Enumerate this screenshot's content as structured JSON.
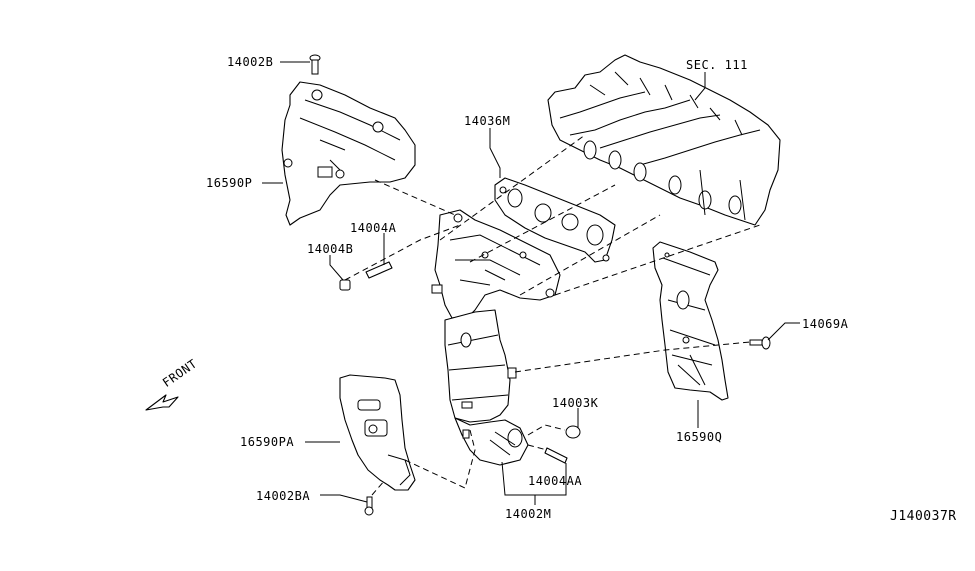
{
  "diagram": {
    "title": "Exhaust Manifold / Catalytic Converter Assembly",
    "reference_code": "J140037R",
    "direction_label": "FRONT",
    "section_reference": "SEC. 111",
    "parts": [
      {
        "id": "14002B",
        "label": "14002B",
        "description": "bolt"
      },
      {
        "id": "16590P",
        "label": "16590P",
        "description": "upper heat insulator"
      },
      {
        "id": "14004A",
        "label": "14004A",
        "description": "stud"
      },
      {
        "id": "14004B",
        "label": "14004B",
        "description": "nut"
      },
      {
        "id": "14036M",
        "label": "14036M",
        "description": "manifold gasket"
      },
      {
        "id": "14069A",
        "label": "14069A",
        "description": "bolt"
      },
      {
        "id": "16590PA",
        "label": "16590PA",
        "description": "lower heat insulator"
      },
      {
        "id": "14002BA",
        "label": "14002BA",
        "description": "bolt"
      },
      {
        "id": "14003K",
        "label": "14003K",
        "description": "nut"
      },
      {
        "id": "14004AA",
        "label": "14004AA",
        "description": "stud"
      },
      {
        "id": "14002M",
        "label": "14002M",
        "description": "manifold with catalytic converter"
      },
      {
        "id": "16590Q",
        "label": "16590Q",
        "description": "side heat insulator"
      }
    ]
  }
}
